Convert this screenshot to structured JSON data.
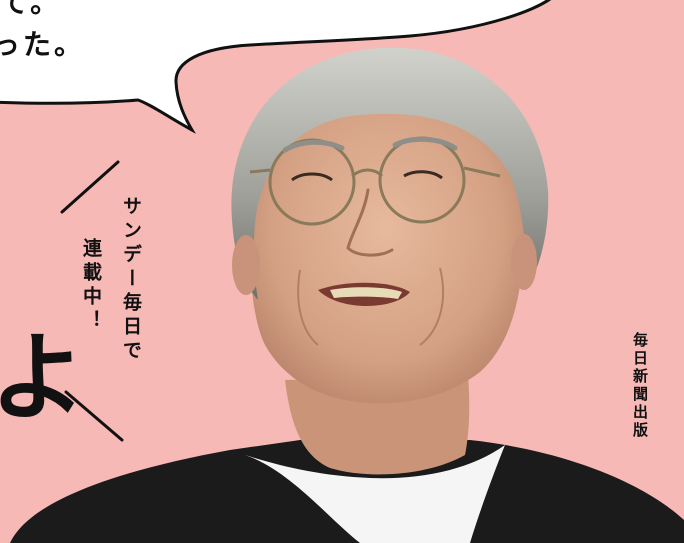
{
  "speech_bubble": {
    "line1": "て。",
    "line2": "った。"
  },
  "serial_note": {
    "line1": "サンデー毎日で",
    "line2": "連載中！"
  },
  "partial_glyph": "よ",
  "publisher": "毎日新聞出版",
  "colors": {
    "background": "#f6b9b5",
    "ink": "#111111",
    "bubble": "#ffffff",
    "sweater": "#1a1a1a",
    "tshirt": "#f7f7f7",
    "hair": "#b8b8b4",
    "skin": "#d9a78a"
  }
}
